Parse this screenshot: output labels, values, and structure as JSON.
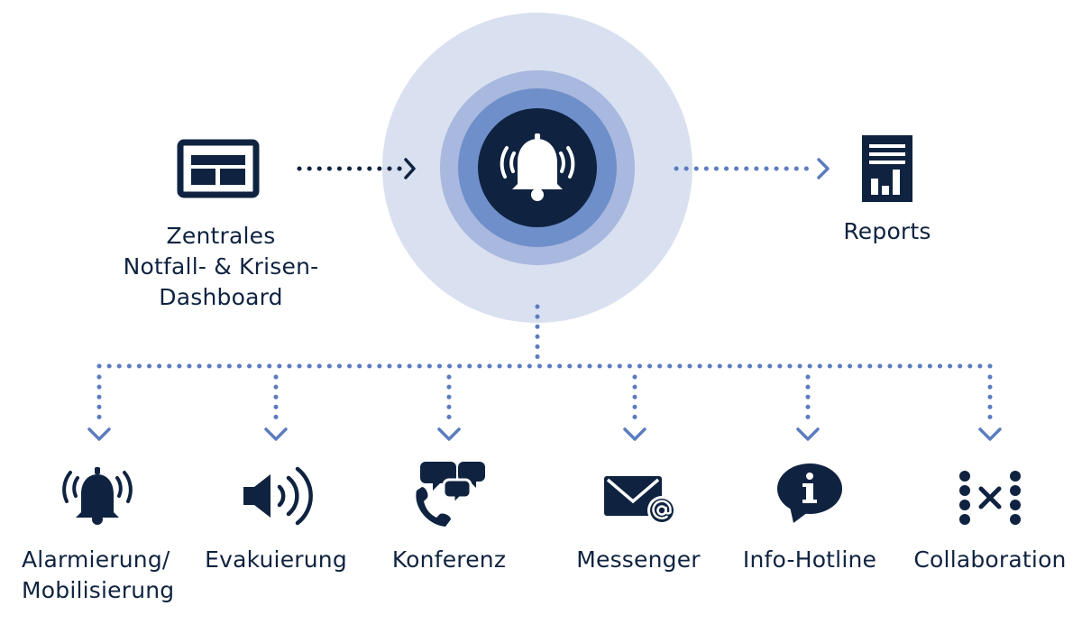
{
  "colors": {
    "navy": "#0f2340",
    "dots": "#5b7cc0",
    "ring_outer": "#d9e0f0",
    "ring_mid": "#a8b8de",
    "ring_inner": "#6f8fca",
    "white": "#ffffff"
  },
  "source": {
    "icon": "dashboard-icon",
    "label_lines": [
      "Zentrales",
      "Notfall- & Krisen-",
      "Dashboard"
    ]
  },
  "hub": {
    "icon": "alarm-bell-icon"
  },
  "output": {
    "icon": "report-icon",
    "label": "Reports"
  },
  "channels": [
    {
      "icon": "alarm-bell-icon",
      "label_lines": [
        "Alarmierung/",
        "Mobilisierung"
      ]
    },
    {
      "icon": "speaker-icon",
      "label_lines": [
        "Evakuierung"
      ]
    },
    {
      "icon": "conference-call-icon",
      "label_lines": [
        "Konferenz"
      ]
    },
    {
      "icon": "envelope-icon",
      "label_lines": [
        "Messenger"
      ]
    },
    {
      "icon": "info-bubble-icon",
      "label_lines": [
        "Info-Hotline"
      ]
    },
    {
      "icon": "collaboration-icon",
      "label_lines": [
        "Collaboration"
      ]
    }
  ]
}
